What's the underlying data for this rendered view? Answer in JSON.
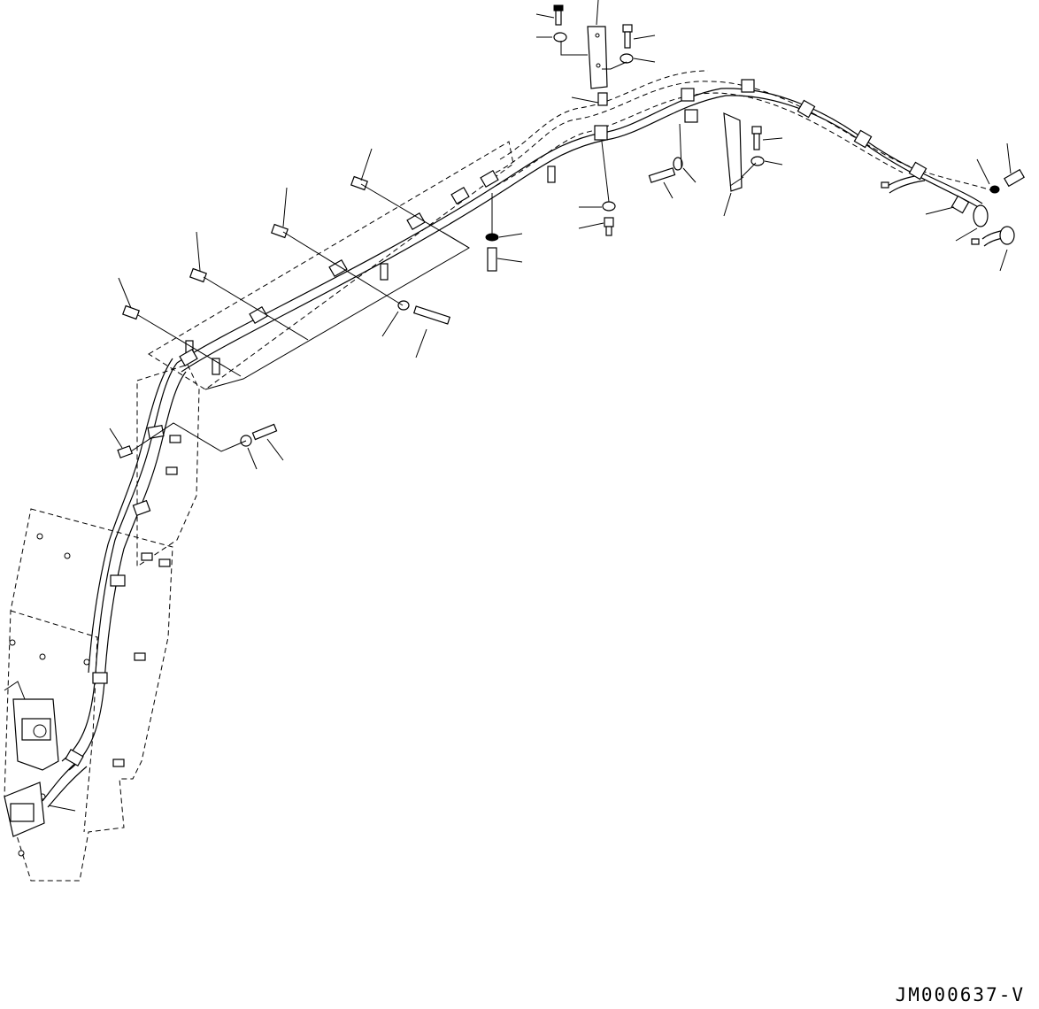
{
  "diagram": {
    "type": "exploded-parts-drawing",
    "drawing_code": "JM000637-V",
    "colors": {
      "line": "#000000",
      "background": "#ffffff"
    },
    "leader_count": 28
  }
}
